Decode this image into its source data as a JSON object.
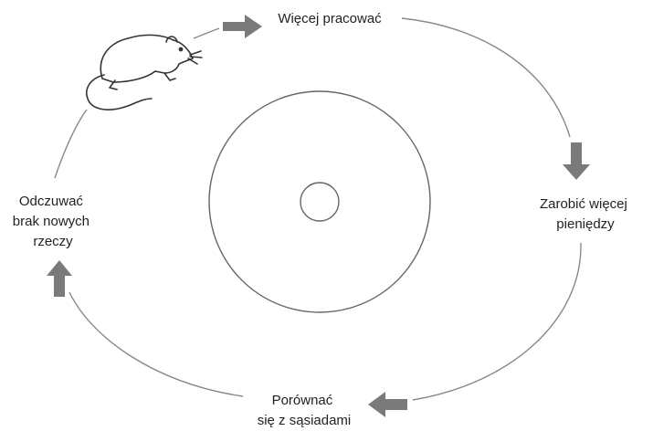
{
  "steps": {
    "top": [
      "Więcej pracować"
    ],
    "right": [
      "Zarobić więcej",
      "pieniędzy"
    ],
    "bottom": [
      "Porównać",
      "się z sąsiadami"
    ],
    "left": [
      "Odczuwać",
      "brak nowych",
      "rzeczy"
    ]
  },
  "icons": {
    "mouse": "rat-icon",
    "arrow": "block-arrow-icon"
  },
  "colors": {
    "line": "#777777",
    "arrow": "#7a7a7a",
    "text": "#222222",
    "background": "#ffffff"
  }
}
